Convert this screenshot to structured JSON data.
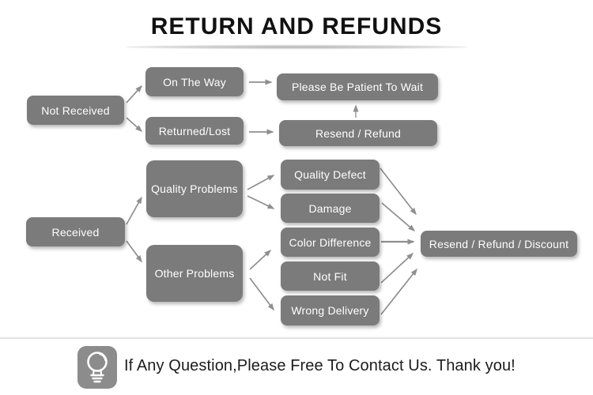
{
  "title": "RETURN AND REFUNDS",
  "flowchart": {
    "nodes": {
      "not_received": "Not Received",
      "on_the_way": "On The Way",
      "returned_lost": "Returned/Lost",
      "please_wait": "Please Be Patient To Wait",
      "resend_refund": "Resend / Refund",
      "received": "Received",
      "quality_problems": "Quality Problems",
      "other_problems": "Other Problems",
      "quality_defect": "Quality Defect",
      "damage": "Damage",
      "color_difference": "Color Difference",
      "not_fit": "Not Fit",
      "wrong_delivery": "Wrong Delivery",
      "resend_refund_discount": "Resend / Refund / Discount"
    },
    "edges": [
      {
        "from": "not_received",
        "to": "on_the_way"
      },
      {
        "from": "not_received",
        "to": "returned_lost"
      },
      {
        "from": "on_the_way",
        "to": "please_wait"
      },
      {
        "from": "returned_lost",
        "to": "resend_refund"
      },
      {
        "from": "resend_refund",
        "to": "please_wait"
      },
      {
        "from": "received",
        "to": "quality_problems"
      },
      {
        "from": "received",
        "to": "other_problems"
      },
      {
        "from": "quality_problems",
        "to": "quality_defect"
      },
      {
        "from": "quality_problems",
        "to": "damage"
      },
      {
        "from": "other_problems",
        "to": "color_difference"
      },
      {
        "from": "other_problems",
        "to": "wrong_delivery"
      },
      {
        "from": "quality_defect",
        "to": "resend_refund_discount"
      },
      {
        "from": "damage",
        "to": "resend_refund_discount"
      },
      {
        "from": "color_difference",
        "to": "resend_refund_discount"
      },
      {
        "from": "not_fit",
        "to": "resend_refund_discount"
      },
      {
        "from": "wrong_delivery",
        "to": "resend_refund_discount"
      }
    ]
  },
  "footer": {
    "icon": "light-bulb-icon",
    "message": "If Any Question,Please Free To Contact Us. Thank you!"
  },
  "colors": {
    "box": "#7b7b7b",
    "box_text": "#ffffff",
    "arrow": "#8f8f8f",
    "title": "#111111",
    "divider": "#e4e4e4",
    "icon_bg": "#8c8c8c"
  }
}
